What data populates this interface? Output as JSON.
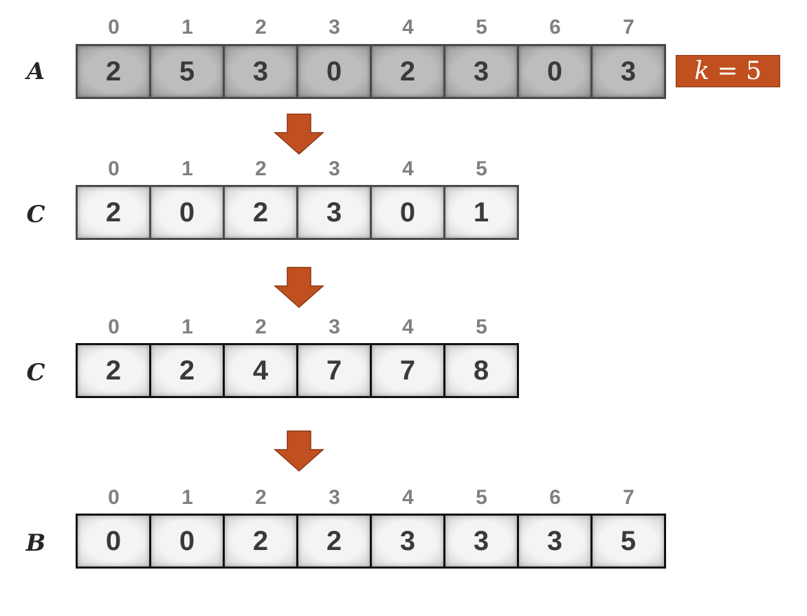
{
  "k_label": {
    "var": "k",
    "rest": " = 5"
  },
  "arrays": [
    {
      "label": "A",
      "indices": [
        "0",
        "1",
        "2",
        "3",
        "4",
        "5",
        "6",
        "7"
      ],
      "values": [
        "2",
        "5",
        "3",
        "0",
        "2",
        "3",
        "0",
        "3"
      ],
      "style": "gray"
    },
    {
      "label": "C",
      "indices": [
        "0",
        "1",
        "2",
        "3",
        "4",
        "5"
      ],
      "values": [
        "2",
        "0",
        "2",
        "3",
        "0",
        "1"
      ],
      "style": "light"
    },
    {
      "label": "C",
      "indices": [
        "0",
        "1",
        "2",
        "3",
        "4",
        "5"
      ],
      "values": [
        "2",
        "2",
        "4",
        "7",
        "7",
        "8"
      ],
      "style": "light"
    },
    {
      "label": "B",
      "indices": [
        "0",
        "1",
        "2",
        "3",
        "4",
        "5",
        "6",
        "7"
      ],
      "values": [
        "0",
        "0",
        "2",
        "2",
        "3",
        "3",
        "3",
        "5"
      ],
      "style": "light"
    }
  ],
  "colors": {
    "arrow_fill": "#c0501f",
    "arrow_stroke": "#8a3512",
    "k_box_fill": "#c0501f",
    "index_text": "#808080",
    "cell_text": "#3a3a3a"
  }
}
